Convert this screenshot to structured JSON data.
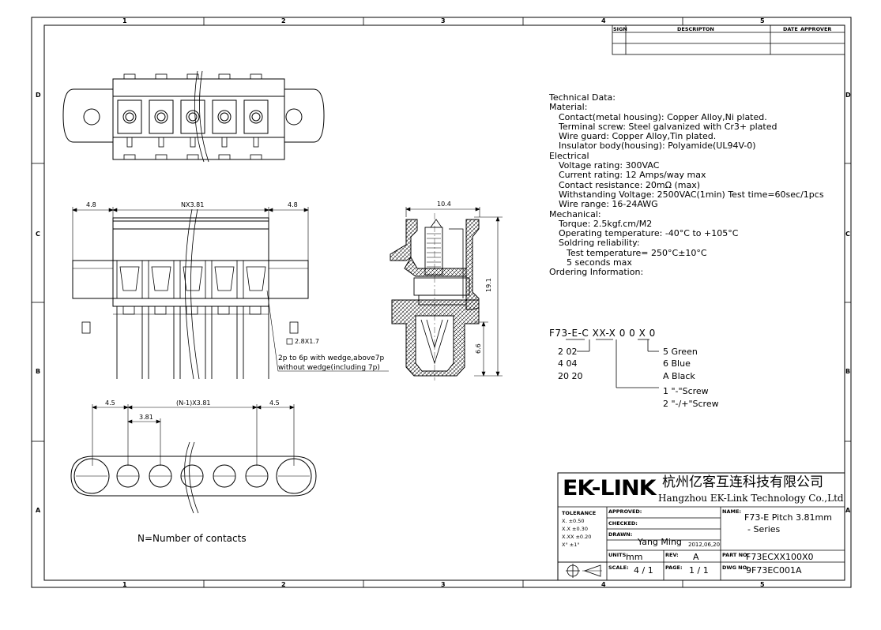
{
  "zones": {
    "top": [
      "1",
      "2",
      "3",
      "4",
      "5"
    ],
    "side": [
      "D",
      "C",
      "B",
      "A"
    ]
  },
  "revision_table": {
    "headers": [
      "SIGN",
      "DESCRIPTON",
      "DATE",
      "APPROVER"
    ]
  },
  "technical_data": [
    {
      "text": "Technical Data:",
      "indent": 0
    },
    {
      "text": "Material:",
      "indent": 0
    },
    {
      "text": "Contact(metal housing): Copper Alloy,Ni plated.",
      "indent": 1
    },
    {
      "text": "Terminal screw: Steel galvanized with Cr3+ plated",
      "indent": 1
    },
    {
      "text": "Wire guard: Copper Alloy,Tin plated.",
      "indent": 1
    },
    {
      "text": "Insulator body(housing): Polyamide(UL94V-0)",
      "indent": 1
    },
    {
      "text": "Electrical",
      "indent": 0
    },
    {
      "text": "Voltage rating: 300VAC",
      "indent": 1
    },
    {
      "text": "Current rating: 12 Amps/way max",
      "indent": 1
    },
    {
      "text": "Contact resistance: 20mΩ (max)",
      "indent": 1
    },
    {
      "text": "Withstanding Voltage: 2500VAC(1min) Test time=60sec/1pcs",
      "indent": 1
    },
    {
      "text": "Wire range: 16-24AWG",
      "indent": 1
    },
    {
      "text": "Mechanical:",
      "indent": 0
    },
    {
      "text": "Torque: 2.5kgf.cm/M2",
      "indent": 1
    },
    {
      "text": "Operating temperature: -40°C to +105°C",
      "indent": 1
    },
    {
      "text": "Soldring reliability:",
      "indent": 1
    },
    {
      "text": "Test temperature= 250°C±10°C",
      "indent": 2
    },
    {
      "text": "5 seconds max",
      "indent": 2
    },
    {
      "text": "Ordering Information:",
      "indent": 0
    }
  ],
  "ordering": {
    "code": "F73-E-C XX-X 0 0 X 0",
    "pins": [
      "2   02",
      "4   04",
      "20  20"
    ],
    "colors": [
      "5   Green",
      "6   Blue",
      "A   Black"
    ],
    "screws": [
      "1   \"-\"Screw",
      "2   \"-/+\"Screw"
    ]
  },
  "dimensions": {
    "left_end": "4.8",
    "pitch_total": "NX3.81",
    "right_end": "4.8",
    "side_width": "10.4",
    "height": "19.1",
    "pin_len": "6.6",
    "pin_square": "2.8X1.7",
    "note_1": "2p to 6p with wedge,above7p",
    "note_2": "without wedge(including 7p)",
    "bottom_left": "4.5",
    "bottom_total": "(N-1)X3.81",
    "bottom_right": "4.5",
    "bottom_pitch": "3.81",
    "legend": "N=Number of contacts"
  },
  "title_block": {
    "logo": "EK-LINK",
    "company_cn": "杭州亿客互连科技有限公司",
    "company_en": "Hangzhou EK-Link Technology Co.,Ltd",
    "tolerance_label": "TOLERANCE",
    "tolerances": [
      "X.     ±0.50",
      "X.X   ±0.30",
      "X.XX  ±0.20",
      "X°     ±1°"
    ],
    "approved_label": "APPROVED:",
    "checked_label": "CHECKED:",
    "drawn_label": "DRAWN:",
    "drawn_by": "Yang Ming",
    "drawn_date": "2012,06,20",
    "units_label": "UNITS:",
    "units": "mm",
    "rev_label": "REV:",
    "rev": "A",
    "scale_label": "SCALE:",
    "scale": "4 / 1",
    "page_label": "PAGE:",
    "page": "1 / 1",
    "name_label": "NAME:",
    "name_1": "F73-E Pitch 3.81mm",
    "name_2": "- Series",
    "part_label": "PART NO:",
    "part_no": "F73ECXX100X0",
    "dwg_label": "DWG NO:",
    "dwg_no": "9F73EC001A"
  }
}
